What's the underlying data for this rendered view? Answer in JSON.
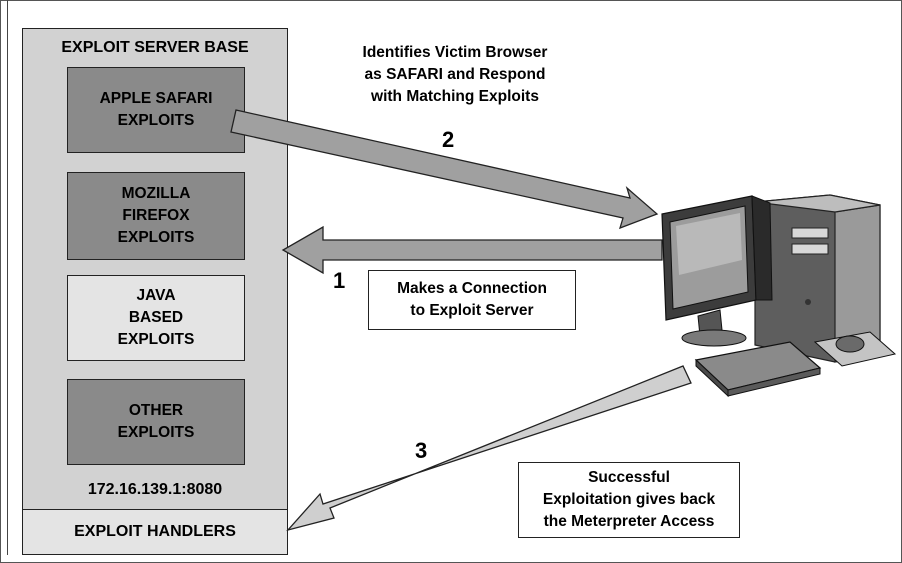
{
  "server": {
    "title": "EXPLOIT SERVER BASE",
    "modules": [
      {
        "label": "APPLE SAFARI\nEXPLOITS",
        "color": "#8a8a8a"
      },
      {
        "label": "MOZILLA\nFIREFOX\nEXPLOITS",
        "color": "#8a8a8a"
      },
      {
        "label": "JAVA\nBASED\nEXPLOITS",
        "color": "#e4e4e4"
      },
      {
        "label": "OTHER\nEXPLOITS",
        "color": "#8a8a8a"
      }
    ],
    "address": "172.16.139.1:8080",
    "handlers": "EXPLOIT HANDLERS"
  },
  "steps": [
    {
      "number": "1",
      "text": "Makes a Connection\nto Exploit Server"
    },
    {
      "number": "2",
      "text": "Identifies Victim Browser\nas SAFARI and Respond\nwith Matching Exploits"
    },
    {
      "number": "3",
      "text": "Successful\nExploitation gives back\nthe Meterpreter Access"
    }
  ],
  "colors": {
    "arrow_fill": "#a0a0a0",
    "arrow_light": "#cfcfcf",
    "module_dark": "#8a8a8a",
    "module_light": "#e4e4e4",
    "server_bg": "#d2d2d2"
  },
  "icons": [
    "desktop-computer-icon"
  ]
}
